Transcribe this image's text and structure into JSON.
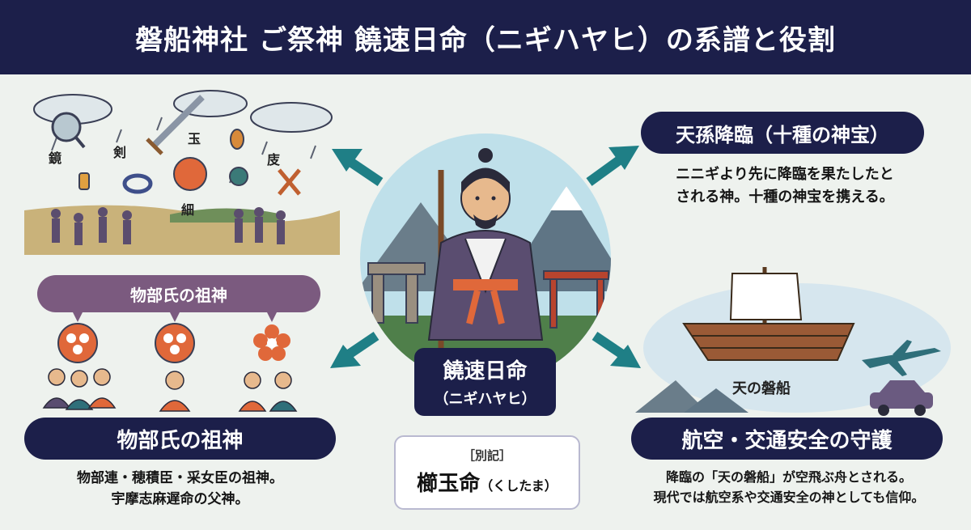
{
  "title": "磐船神社 ご祭神 饒速日命（ニギハヤヒ）の系譜と役割",
  "center": {
    "name": "饒速日命",
    "reading": "（ニギハヤヒ）"
  },
  "alias": {
    "label": "［別記］",
    "name": "櫛玉命",
    "reading": "（くしたま）"
  },
  "treasures": {
    "labels": [
      "鏡",
      "剣",
      "玉",
      "細",
      "庋"
    ]
  },
  "tenson": {
    "heading": "天孫降臨（十種の神宝）",
    "line1": "ニニギより先に降臨を果たしたと",
    "line2": "される神。十種の神宝を携える。"
  },
  "clan": {
    "bubble": "物部氏の祖神",
    "heading": "物部氏の祖神",
    "line1": "物部連・穂積臣・采女臣の祖神。",
    "line2": "宇摩志麻遅命の父神。"
  },
  "ship": {
    "label": "天の磐船",
    "heading": "航空・交通安全の守護",
    "line1": "降臨の「天の磐船」が空飛ぶ舟とされる。",
    "line2": "現代では航空系や交通安全の神としても信仰。"
  },
  "colors": {
    "navy": "#1c1f4a",
    "teal": "#1f7f86",
    "purple": "#7b5a7f",
    "orange": "#e0683a"
  }
}
